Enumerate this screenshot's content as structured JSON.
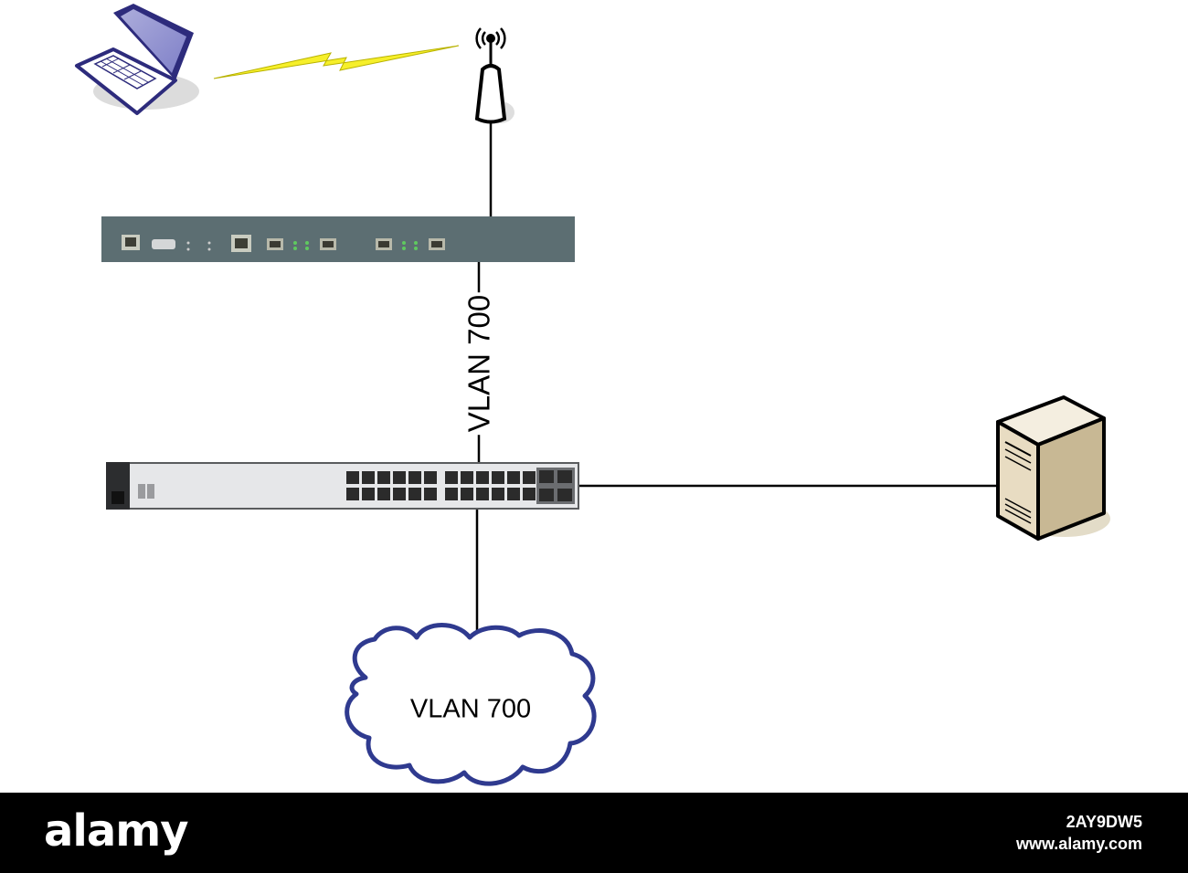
{
  "diagram": {
    "link_label": "VLAN 700",
    "cloud_label": "VLAN 700",
    "nodes": [
      {
        "name": "laptop",
        "icon": "laptop-icon"
      },
      {
        "name": "wireless-access-point",
        "icon": "antenna-icon"
      },
      {
        "name": "router",
        "icon": "rack-router-icon"
      },
      {
        "name": "switch",
        "icon": "rack-switch-icon"
      },
      {
        "name": "server",
        "icon": "server-icon"
      },
      {
        "name": "vlan-cloud",
        "icon": "cloud-icon"
      }
    ],
    "colors": {
      "laptop_outline": "#2d2b7c",
      "lightning": "#f6ef2a",
      "router_body": "#5c6e72",
      "switch_body": "#e6e7e9",
      "server_body": "#e8dcc2",
      "cloud_outline": "#2f3a8f",
      "footer": "#000000"
    }
  },
  "footer": {
    "logo": "alamy",
    "image_id": "2AY9DW5",
    "url": "www.alamy.com"
  }
}
